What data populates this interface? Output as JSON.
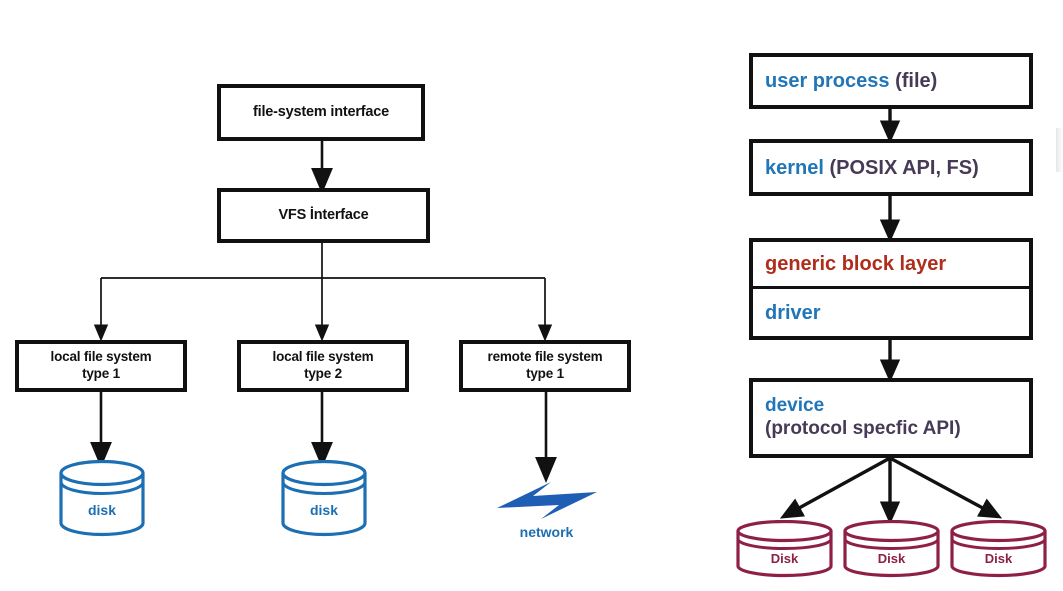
{
  "page": {
    "background": "#ffffff",
    "title": "File system and block I/O layering diagrams"
  },
  "palette": {
    "stroke_black": "#111111",
    "accent_blue": "#2176b8",
    "disk_blue": "#1d6fb3",
    "accent_dark_purple": "#463a57",
    "accent_red": "#b02d1c",
    "disk_maroon": "#8e2048"
  },
  "left_diagram": {
    "name": "vfs-layering-diagram",
    "nodes": {
      "fs_interface": "file-system interface",
      "vfs_interface": "VFS İnterface",
      "local_type_1_line_1": "local file system",
      "local_type_1_line_2": "type 1",
      "local_type_2_line_1": "local file system",
      "local_type_2_line_2": "type 2",
      "remote_type_1_line_1": "remote file system",
      "remote_type_1_line_2": "type 1"
    },
    "disks": [
      {
        "label": "disk",
        "color": "#1d6fb3"
      },
      {
        "label": "disk",
        "color": "#1d6fb3"
      }
    ],
    "network": {
      "label": "network",
      "icon": "lightning-bolt-icon",
      "color": "#1d6fb3"
    }
  },
  "right_diagram": {
    "name": "block-io-stack-diagram",
    "nodes": {
      "user_process_primary": "user process",
      "user_process_secondary": "(file)",
      "kernel_primary": "kernel",
      "kernel_secondary": "(POSIX API, FS)",
      "generic_block_layer": "generic block layer",
      "driver": "driver",
      "device_primary": "device",
      "device_secondary": "(protocol specfic API)"
    },
    "disks": [
      {
        "label": "Disk",
        "color": "#8e2048"
      },
      {
        "label": "Disk",
        "color": "#8e2048"
      },
      {
        "label": "Disk",
        "color": "#8e2048"
      }
    ]
  }
}
